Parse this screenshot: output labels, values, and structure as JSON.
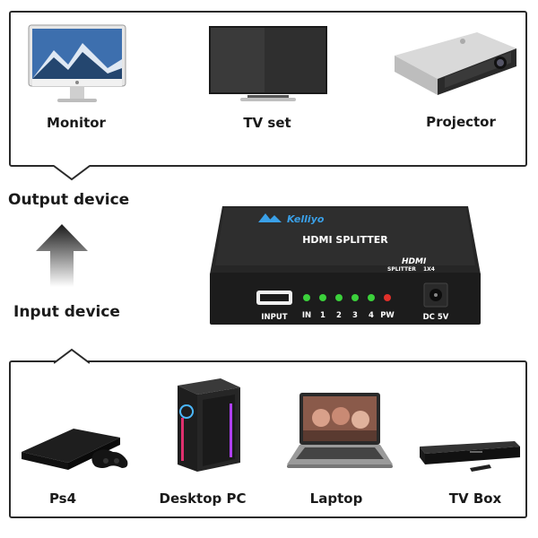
{
  "output_devices": [
    {
      "label": "Monitor",
      "icon": "monitor-icon"
    },
    {
      "label": "TV set",
      "icon": "tv-icon"
    },
    {
      "label": "Projector",
      "icon": "projector-icon"
    }
  ],
  "input_devices": [
    {
      "label": "Ps4",
      "icon": "ps4-console-icon"
    },
    {
      "label": "Desktop PC",
      "icon": "desktop-pc-icon"
    },
    {
      "label": "Laptop",
      "icon": "laptop-icon"
    },
    {
      "label": "TV Box",
      "icon": "tv-box-icon"
    }
  ],
  "side_labels": {
    "output": "Output device",
    "input": "Input device"
  },
  "splitter": {
    "brand": "Kelliyo",
    "title": "HDMI SPLITTER",
    "badge_logo": "HDMI",
    "badge_sub": "SPLITTER",
    "badge_ratio": "1X4",
    "input_label": "INPUT",
    "ports": [
      "IN",
      "1",
      "2",
      "3",
      "4",
      "PW"
    ],
    "power_label": "DC 5V"
  },
  "colors": {
    "led_green": "#3bd13b",
    "led_red": "#e0302a",
    "device_body": "#1c1c1c",
    "brand_blue": "#3aa0e8"
  }
}
